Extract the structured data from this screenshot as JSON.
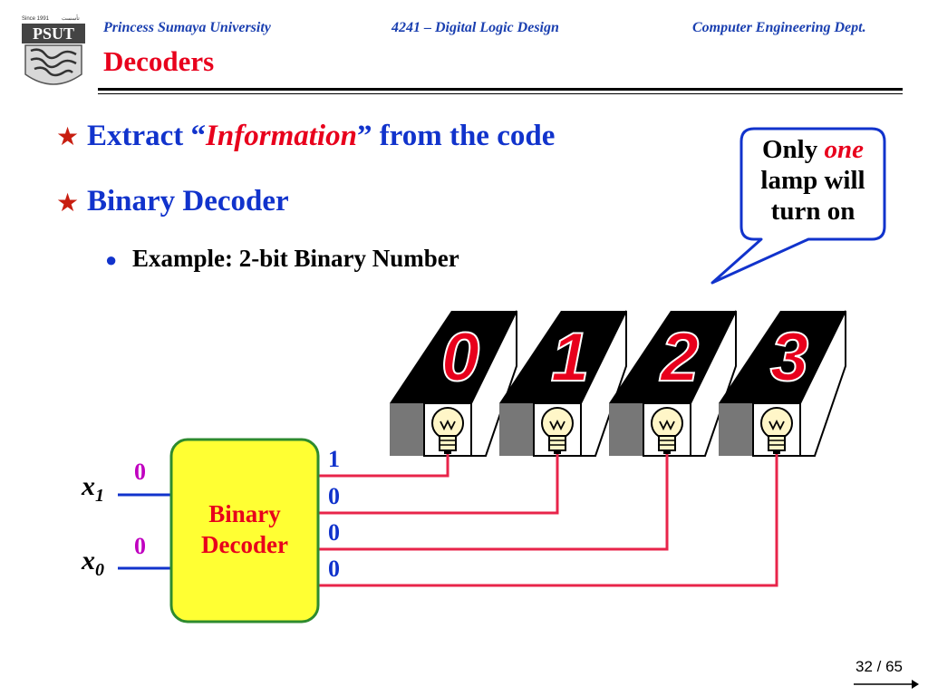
{
  "header": {
    "university": "Princess Sumaya University",
    "course": "4241 – Digital Logic Design",
    "department": "Computer Engineering Dept.",
    "logo_text": "PSUT",
    "logo_small": "Since 1991",
    "logo_small_ar": "تأسست"
  },
  "slide": {
    "title": "Decoders",
    "bullet1": {
      "pre": "Extract “",
      "em": "Information",
      "post": "” from the code"
    },
    "bullet2": "Binary Decoder",
    "subbullet": "Example: 2-bit Binary Number"
  },
  "callout": {
    "line1_pre": "Only ",
    "line1_em": "one",
    "line2": "lamp will",
    "line3": "turn on"
  },
  "digits": [
    "0",
    "1",
    "2",
    "3"
  ],
  "decoder": {
    "label_line1": "Binary",
    "label_line2": "Decoder",
    "input_x1": "x",
    "input_x1_sub": "1",
    "input_x0": "x",
    "input_x0_sub": "0",
    "input_x1_value": "0",
    "input_x0_value": "0",
    "outputs": [
      "1",
      "0",
      "0",
      "0"
    ]
  },
  "footer": {
    "page": "32 / 65"
  },
  "colors": {
    "accent_blue": "#1133cc",
    "accent_red": "#e8001c",
    "decoder_fill": "#ffff33",
    "decoder_border": "#2e8b2e",
    "wire_red": "#e8244a",
    "wire_blue": "#1133cc"
  }
}
